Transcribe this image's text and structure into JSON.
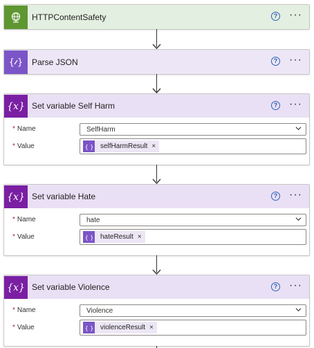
{
  "steps": [
    {
      "title": "HTTPContentSafety",
      "icon": "globe-icon"
    },
    {
      "title": "Parse JSON",
      "icon": "data-operation-icon"
    },
    {
      "title": "Set variable Self Harm",
      "icon": "variable-icon",
      "name_label": "Name",
      "name_value": "SelfHarm",
      "value_label": "Value",
      "token": "selfHarmResult"
    },
    {
      "title": "Set variable Hate",
      "icon": "variable-icon",
      "name_label": "Name",
      "name_value": "hate",
      "value_label": "Value",
      "token": "hateResult"
    },
    {
      "title": "Set variable Violence",
      "icon": "variable-icon",
      "name_label": "Name",
      "name_value": "Violence",
      "value_label": "Value",
      "token": "violenceResult"
    }
  ],
  "glyphs": {
    "help": "?",
    "more": "···",
    "required": "*",
    "remove": "×",
    "variable": "{x}"
  }
}
